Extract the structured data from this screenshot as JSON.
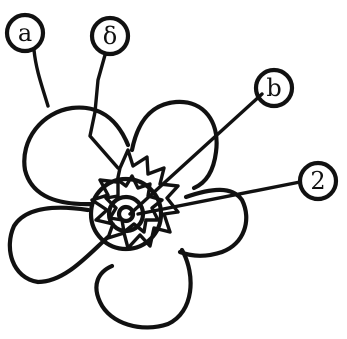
{
  "diagram": {
    "labels": {
      "a": "a",
      "delta": "δ",
      "b": "b",
      "two": "2"
    }
  }
}
